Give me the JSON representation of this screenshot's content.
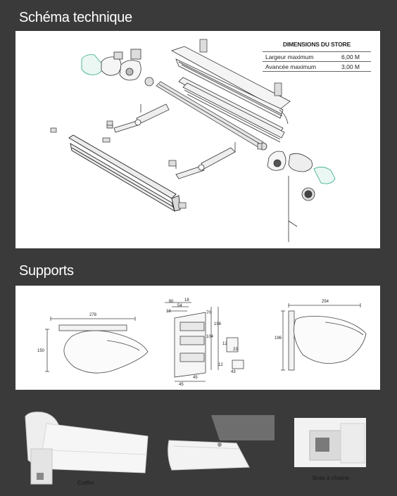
{
  "sections": {
    "schema_title": "Schéma technique",
    "supports_title": "Supports"
  },
  "dimensions": {
    "title": "DIMENSIONS DU STORE",
    "rows": [
      {
        "label": "Largeur maximum",
        "value": "6,00 M"
      },
      {
        "label": "Avancée maximum",
        "value": "3,00 M"
      }
    ]
  },
  "support_drawings": {
    "left": {
      "width": "278",
      "height": "150"
    },
    "middle": {
      "d90": "90",
      "d18a": "18",
      "d54": "54",
      "d18b": "18",
      "d70": "70",
      "d196": "196",
      "d104": "104",
      "d12a": "12",
      "d23": "23",
      "d12b": "12",
      "d43": "43",
      "d45a": "45",
      "d45b": "45"
    },
    "right": {
      "width": "254",
      "height": "196"
    }
  },
  "photos": {
    "coffre_caption": "Coffre",
    "bras_caption": "Bras à chaine"
  },
  "colors": {
    "background": "#3a3a3a",
    "panel": "#ffffff",
    "accent_part": "#2fa88a"
  }
}
